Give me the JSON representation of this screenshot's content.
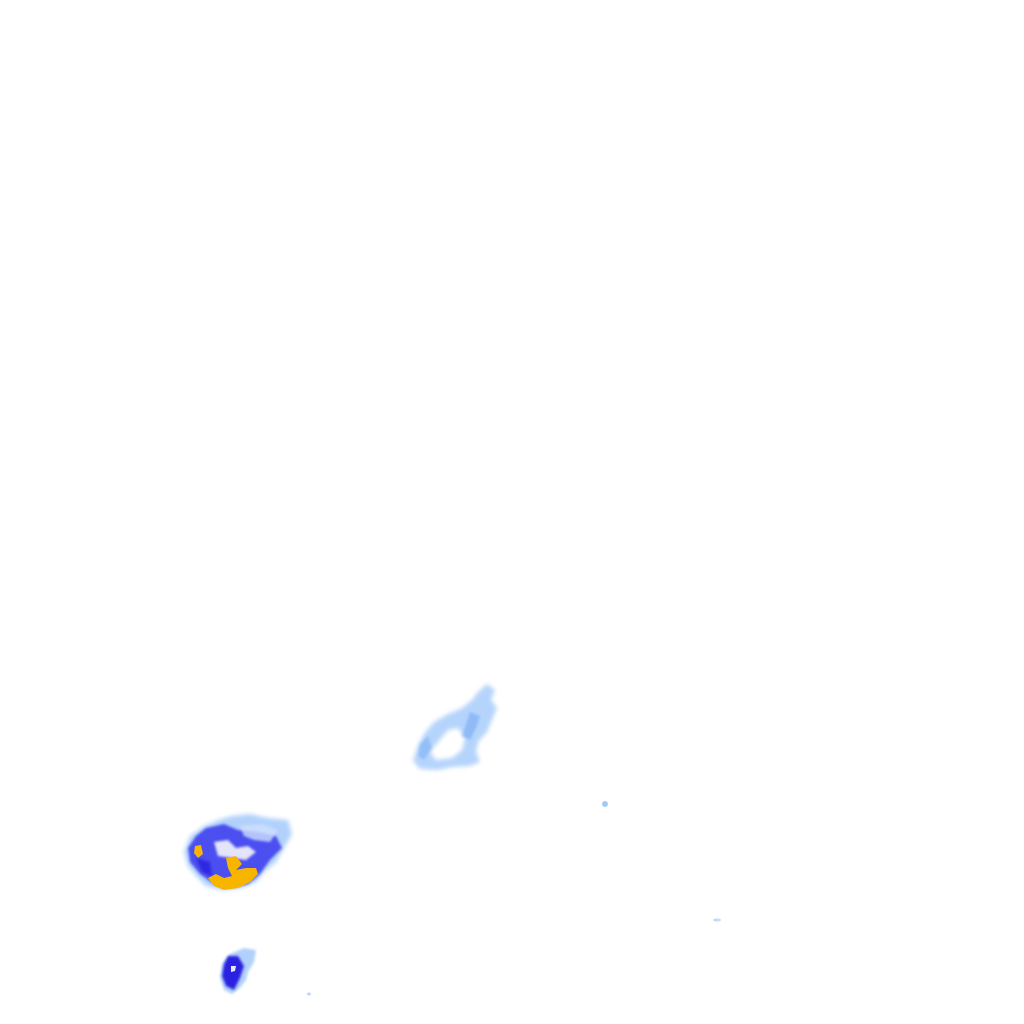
{
  "layer": {
    "type": "precipitation-radar-overlay",
    "background": "transparent-white",
    "intensity_colors": {
      "light": "#a9cdfb",
      "light_medium": "#7fb0f5",
      "medium": "#4b4ff0",
      "heavy": "#2a20e0",
      "very_heavy": "#f7b500"
    }
  },
  "echoes": [
    {
      "id": "cell-north-central",
      "max_intensity": "light"
    },
    {
      "id": "cell-southwest-large",
      "max_intensity": "very_heavy"
    },
    {
      "id": "cell-south-small",
      "max_intensity": "heavy"
    },
    {
      "id": "speck-1",
      "max_intensity": "light"
    },
    {
      "id": "speck-2",
      "max_intensity": "light"
    },
    {
      "id": "speck-3",
      "max_intensity": "light"
    }
  ]
}
